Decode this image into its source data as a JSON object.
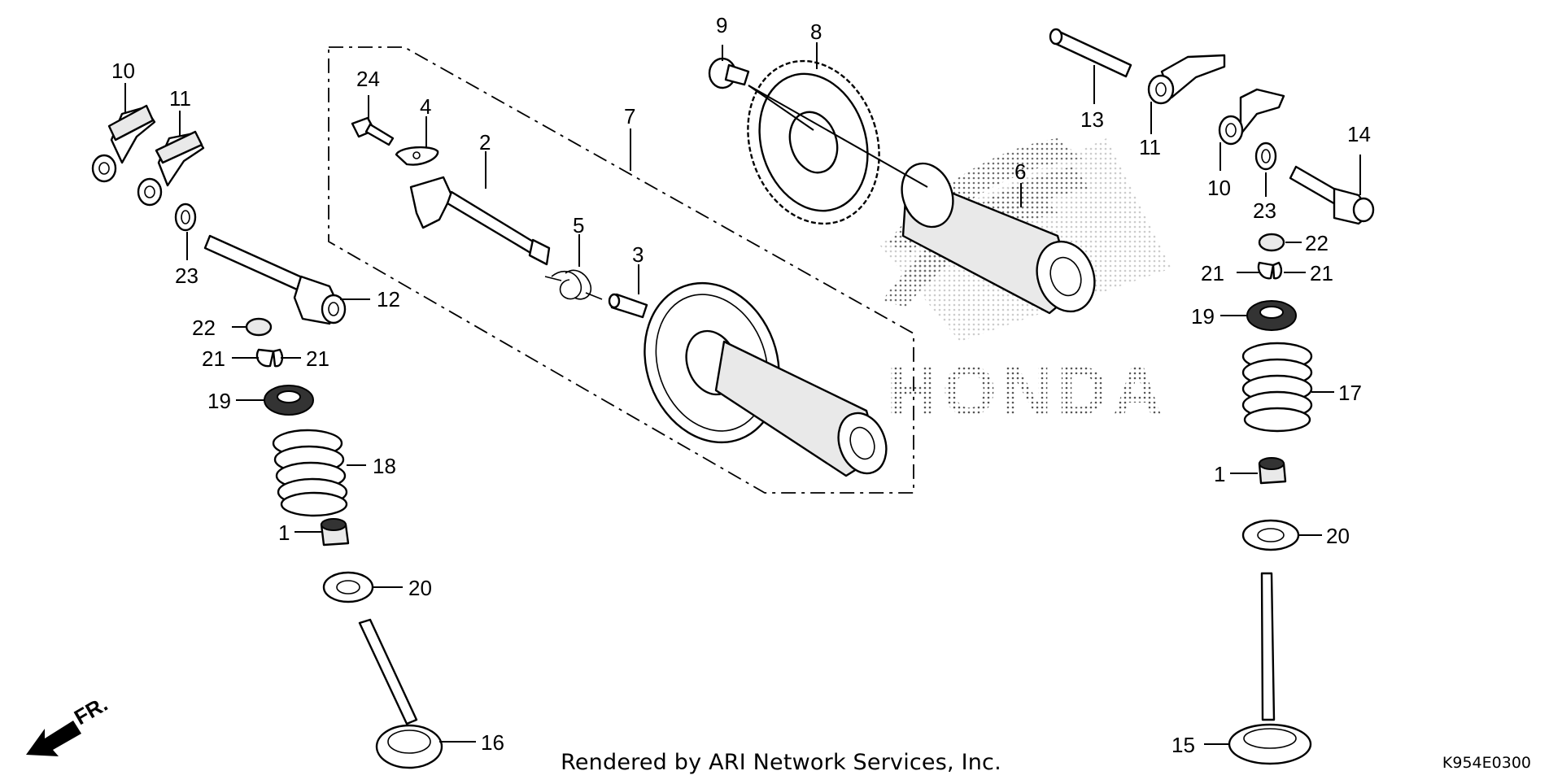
{
  "diagram": {
    "footer_credit": "Rendered by ARI Network Services, Inc.",
    "diagram_code": "K954E0300",
    "front_arrow_label": "FR.",
    "watermark_text": "HONDA",
    "callouts": {
      "c1a": "1",
      "c1b": "1",
      "c2": "2",
      "c3": "3",
      "c4": "4",
      "c5": "5",
      "c6": "6",
      "c7": "7",
      "c8": "8",
      "c9": "9",
      "c10a": "10",
      "c10b": "10",
      "c11a": "11",
      "c11b": "11",
      "c12": "12",
      "c13": "13",
      "c14": "14",
      "c15": "15",
      "c16": "16",
      "c17": "17",
      "c18": "18",
      "c19a": "19",
      "c19b": "19",
      "c20a": "20",
      "c20b": "20",
      "c21a": "21",
      "c21b": "21",
      "c21c": "21",
      "c21d": "21",
      "c22a": "22",
      "c22b": "22",
      "c23a": "23",
      "c23b": "23",
      "c24": "24"
    }
  }
}
